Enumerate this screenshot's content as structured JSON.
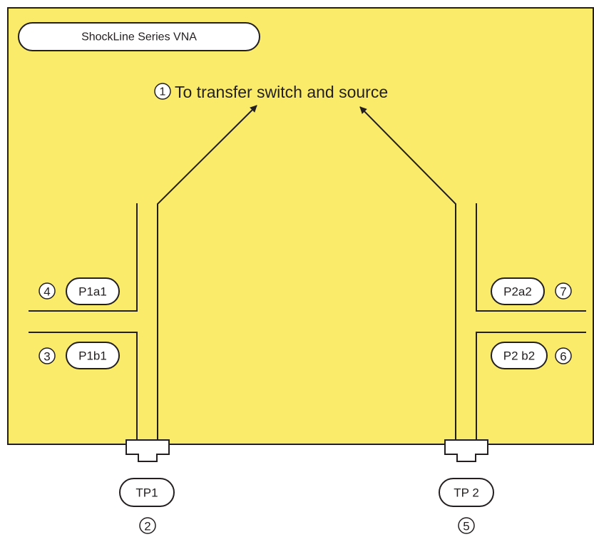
{
  "colors": {
    "panel_fill": "#faeb6b",
    "stroke": "#231f20",
    "pill_fill": "#ffffff"
  },
  "instrument": {
    "title": "ShockLine Series VNA"
  },
  "destination": {
    "number": "1",
    "label": "To transfer switch and source"
  },
  "port1": {
    "test_port": "TP1",
    "test_port_number": "2",
    "a_label": "P1a1",
    "a_number": "4",
    "b_label": "P1b1",
    "b_number": "3"
  },
  "port2": {
    "test_port": "TP 2",
    "test_port_number": "5",
    "a_label": "P2a2",
    "a_number": "7",
    "b_label": "P2 b2",
    "b_number": "6"
  }
}
